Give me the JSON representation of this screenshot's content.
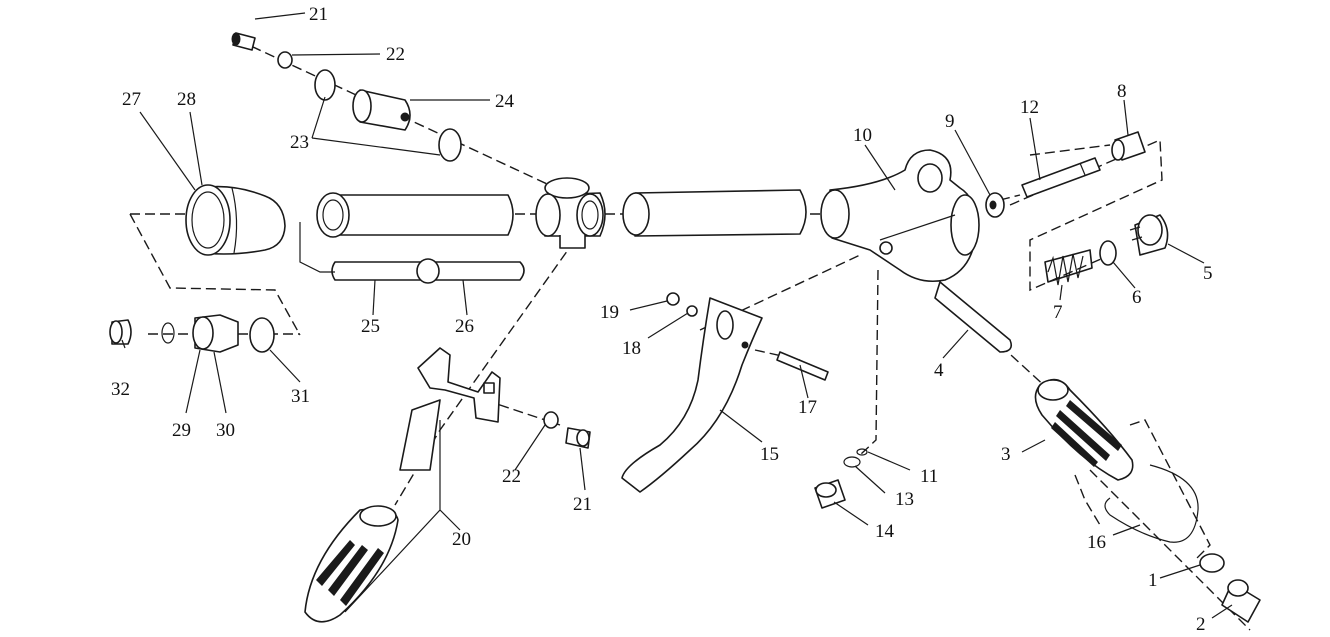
{
  "diagram": {
    "labels": [
      {
        "id": "label-1",
        "text": "1"
      },
      {
        "id": "label-2",
        "text": "2"
      },
      {
        "id": "label-3",
        "text": "3"
      },
      {
        "id": "label-4",
        "text": "4"
      },
      {
        "id": "label-5",
        "text": "5"
      },
      {
        "id": "label-6",
        "text": "6"
      },
      {
        "id": "label-7",
        "text": "7"
      },
      {
        "id": "label-8",
        "text": "8"
      },
      {
        "id": "label-9",
        "text": "9"
      },
      {
        "id": "label-10",
        "text": "10"
      },
      {
        "id": "label-11",
        "text": "11"
      },
      {
        "id": "label-12",
        "text": "12"
      },
      {
        "id": "label-13",
        "text": "13"
      },
      {
        "id": "label-14",
        "text": "14"
      },
      {
        "id": "label-15",
        "text": "15"
      },
      {
        "id": "label-16",
        "text": "16"
      },
      {
        "id": "label-17",
        "text": "17"
      },
      {
        "id": "label-18",
        "text": "18"
      },
      {
        "id": "label-19",
        "text": "19"
      },
      {
        "id": "label-20",
        "text": "20"
      },
      {
        "id": "label-21a",
        "text": "21"
      },
      {
        "id": "label-21b",
        "text": "21"
      },
      {
        "id": "label-22a",
        "text": "22"
      },
      {
        "id": "label-22b",
        "text": "22"
      },
      {
        "id": "label-23",
        "text": "23"
      },
      {
        "id": "label-24",
        "text": "24"
      },
      {
        "id": "label-25",
        "text": "25"
      },
      {
        "id": "label-26",
        "text": "26"
      },
      {
        "id": "label-27",
        "text": "27"
      },
      {
        "id": "label-28",
        "text": "28"
      },
      {
        "id": "label-29",
        "text": "29"
      },
      {
        "id": "label-30",
        "text": "30"
      },
      {
        "id": "label-31",
        "text": "31"
      },
      {
        "id": "label-32",
        "text": "32"
      }
    ]
  }
}
